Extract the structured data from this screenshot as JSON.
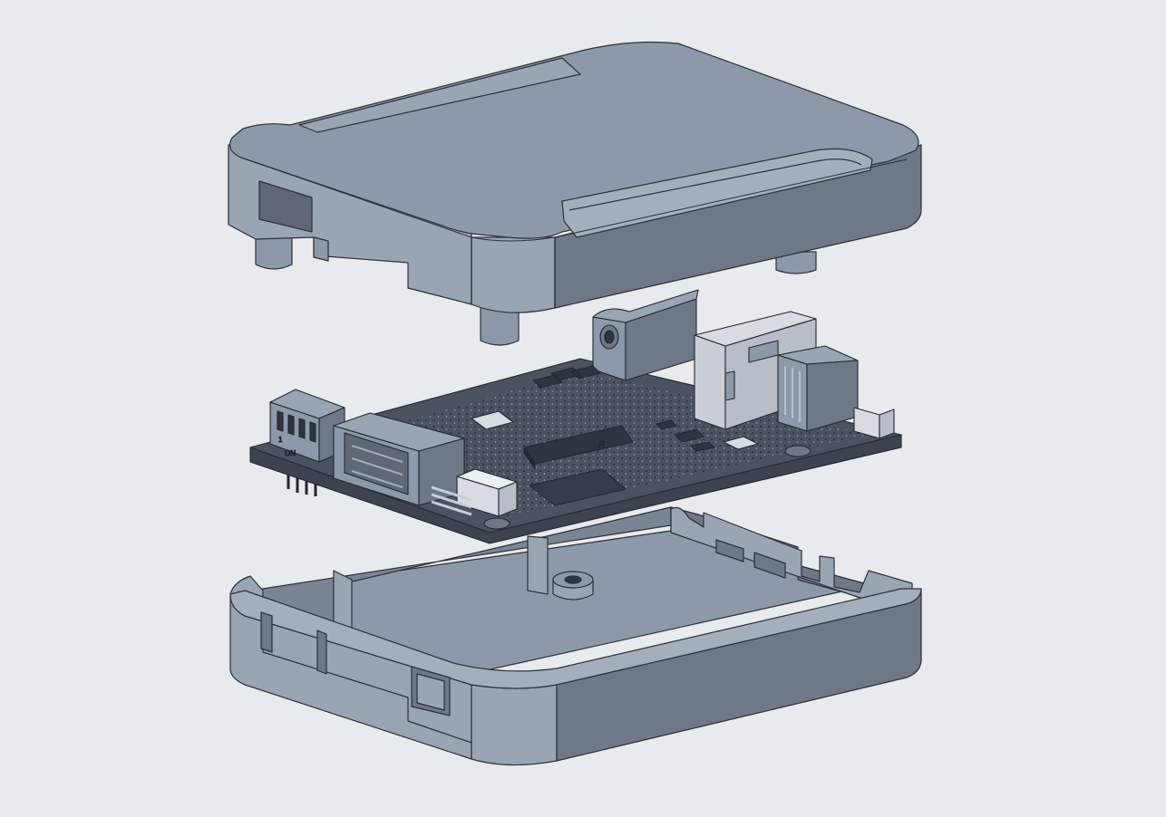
{
  "scene": {
    "background": "#e8eaee",
    "colors": {
      "enclosure_top": "#8d99a9",
      "enclosure_side": "#6f7886",
      "enclosure_light": "#9aa5b4",
      "edge": "#2c3038",
      "pcb": "#4b5360",
      "component_dark": "#3a414c",
      "component_light": "#c9ced6"
    },
    "parts": [
      {
        "id": "lid",
        "icon": "enclosure-lid"
      },
      {
        "id": "pcb",
        "icon": "circuit-board"
      },
      {
        "id": "base",
        "icon": "enclosure-base"
      }
    ],
    "pcb_markings": {
      "chip_mark": "R",
      "dip_switch_label": "ON",
      "dip_switch_number": "1"
    }
  }
}
